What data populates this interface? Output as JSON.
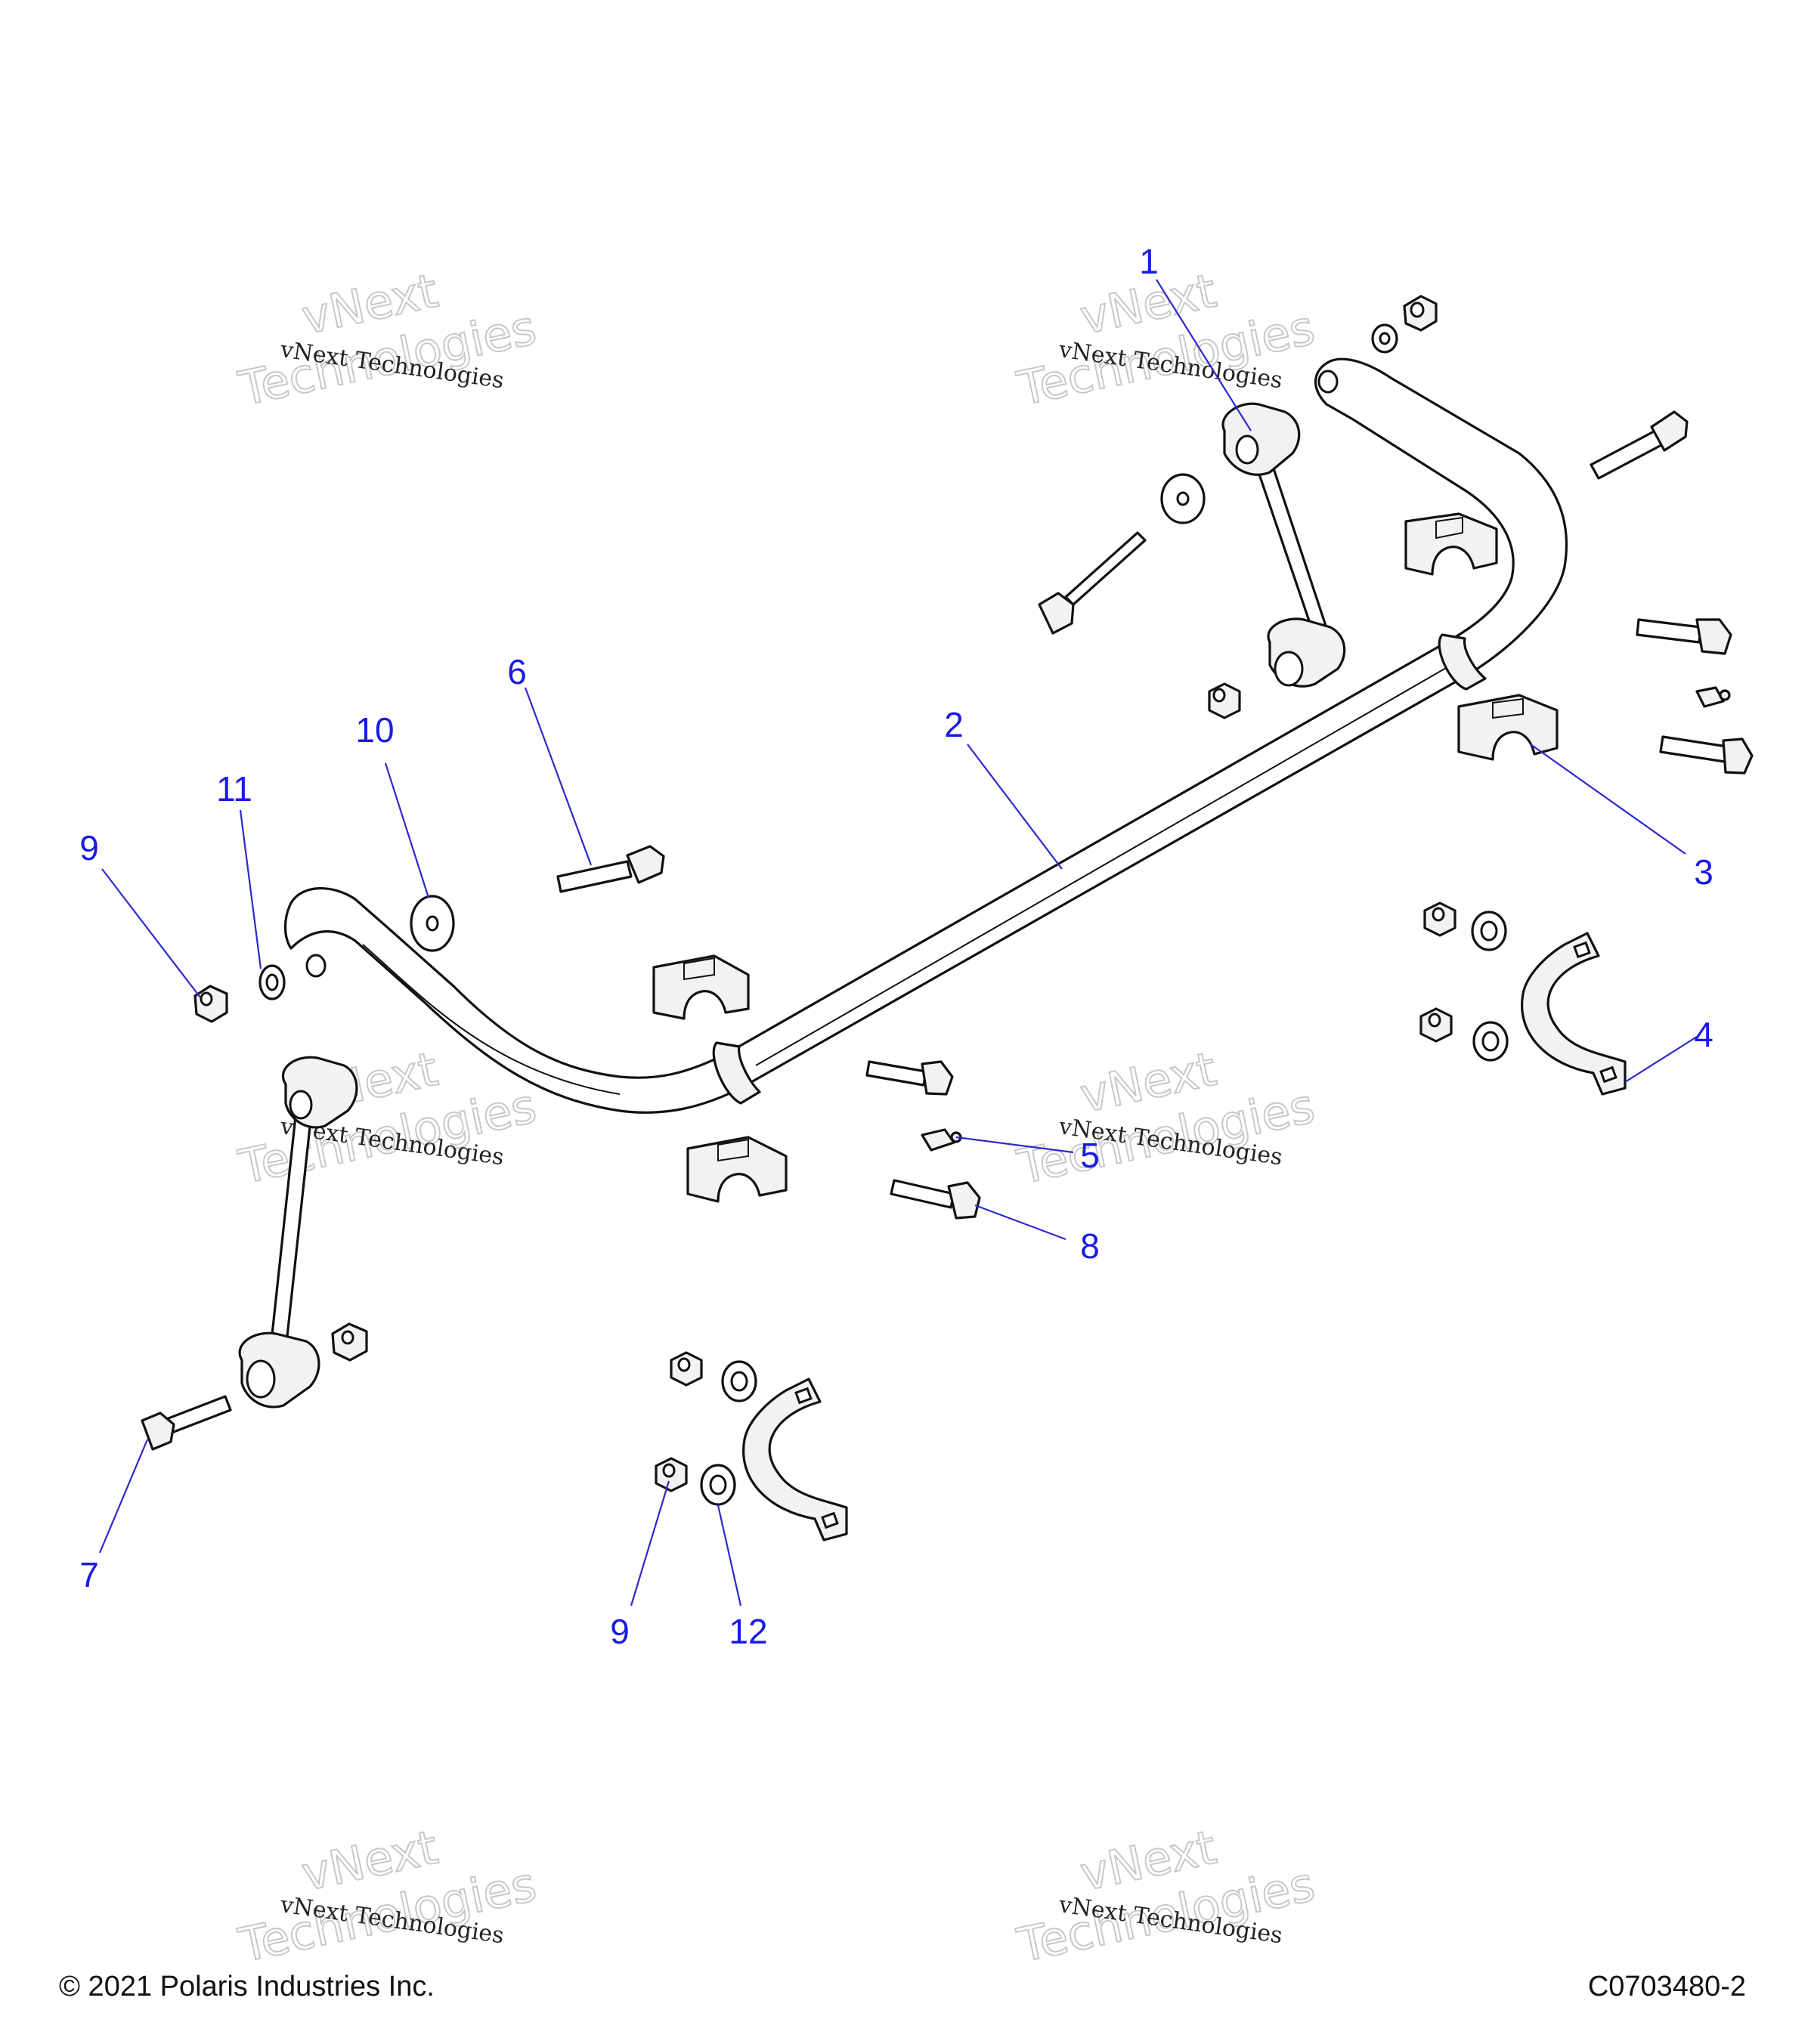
{
  "callouts": [
    {
      "id": "1",
      "text": "1"
    },
    {
      "id": "2",
      "text": "2"
    },
    {
      "id": "3",
      "text": "3"
    },
    {
      "id": "4",
      "text": "4"
    },
    {
      "id": "5",
      "text": "5"
    },
    {
      "id": "6",
      "text": "6"
    },
    {
      "id": "7",
      "text": "7"
    },
    {
      "id": "8",
      "text": "8"
    },
    {
      "id": "9a",
      "text": "9"
    },
    {
      "id": "9b",
      "text": "9"
    },
    {
      "id": "10",
      "text": "10"
    },
    {
      "id": "11",
      "text": "11"
    },
    {
      "id": "12",
      "text": "12"
    }
  ],
  "watermark": {
    "line1": "vNext Technologies",
    "line2": "vNext",
    "line3": "Technologies"
  },
  "footer": {
    "copyright": "© 2021 Polaris Industries Inc.",
    "diagram_code": "C0703480-2"
  },
  "colors": {
    "callout": "#1a1ae6",
    "line_art": "#111111",
    "background": "#ffffff"
  }
}
